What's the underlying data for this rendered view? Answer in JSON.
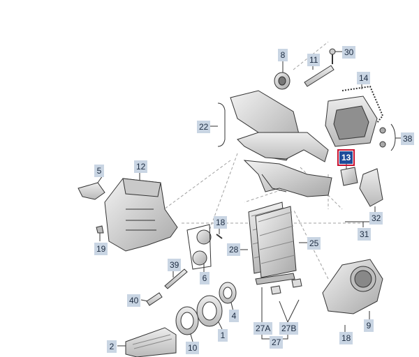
{
  "diagram": {
    "callouts": [
      {
        "id": "c-8",
        "label": "8"
      },
      {
        "id": "c-30",
        "label": "30"
      },
      {
        "id": "c-11",
        "label": "11"
      },
      {
        "id": "c-14",
        "label": "14"
      },
      {
        "id": "c-22",
        "label": "22"
      },
      {
        "id": "c-38",
        "label": "38"
      },
      {
        "id": "c-13",
        "label": "13",
        "selected": true
      },
      {
        "id": "c-5",
        "label": "5"
      },
      {
        "id": "c-12",
        "label": "12"
      },
      {
        "id": "c-18a",
        "label": "18"
      },
      {
        "id": "c-19",
        "label": "19"
      },
      {
        "id": "c-28",
        "label": "28"
      },
      {
        "id": "c-25",
        "label": "25"
      },
      {
        "id": "c-31",
        "label": "31"
      },
      {
        "id": "c-32",
        "label": "32"
      },
      {
        "id": "c-39",
        "label": "39"
      },
      {
        "id": "c-6",
        "label": "6"
      },
      {
        "id": "c-40",
        "label": "40"
      },
      {
        "id": "c-4",
        "label": "4"
      },
      {
        "id": "c-27A",
        "label": "27A"
      },
      {
        "id": "c-27B",
        "label": "27B"
      },
      {
        "id": "c-27",
        "label": "27"
      },
      {
        "id": "c-1",
        "label": "1"
      },
      {
        "id": "c-10",
        "label": "10"
      },
      {
        "id": "c-2",
        "label": "2"
      },
      {
        "id": "c-9",
        "label": "9"
      },
      {
        "id": "c-18b",
        "label": "18"
      }
    ],
    "colors": {
      "callout_bg": "#c9d5e3",
      "selected_bg": "#1f4c9a",
      "selected_border": "#c8102e",
      "line": "#333333",
      "dash": "#9a9a9a",
      "part": "#d6d6d6"
    }
  }
}
